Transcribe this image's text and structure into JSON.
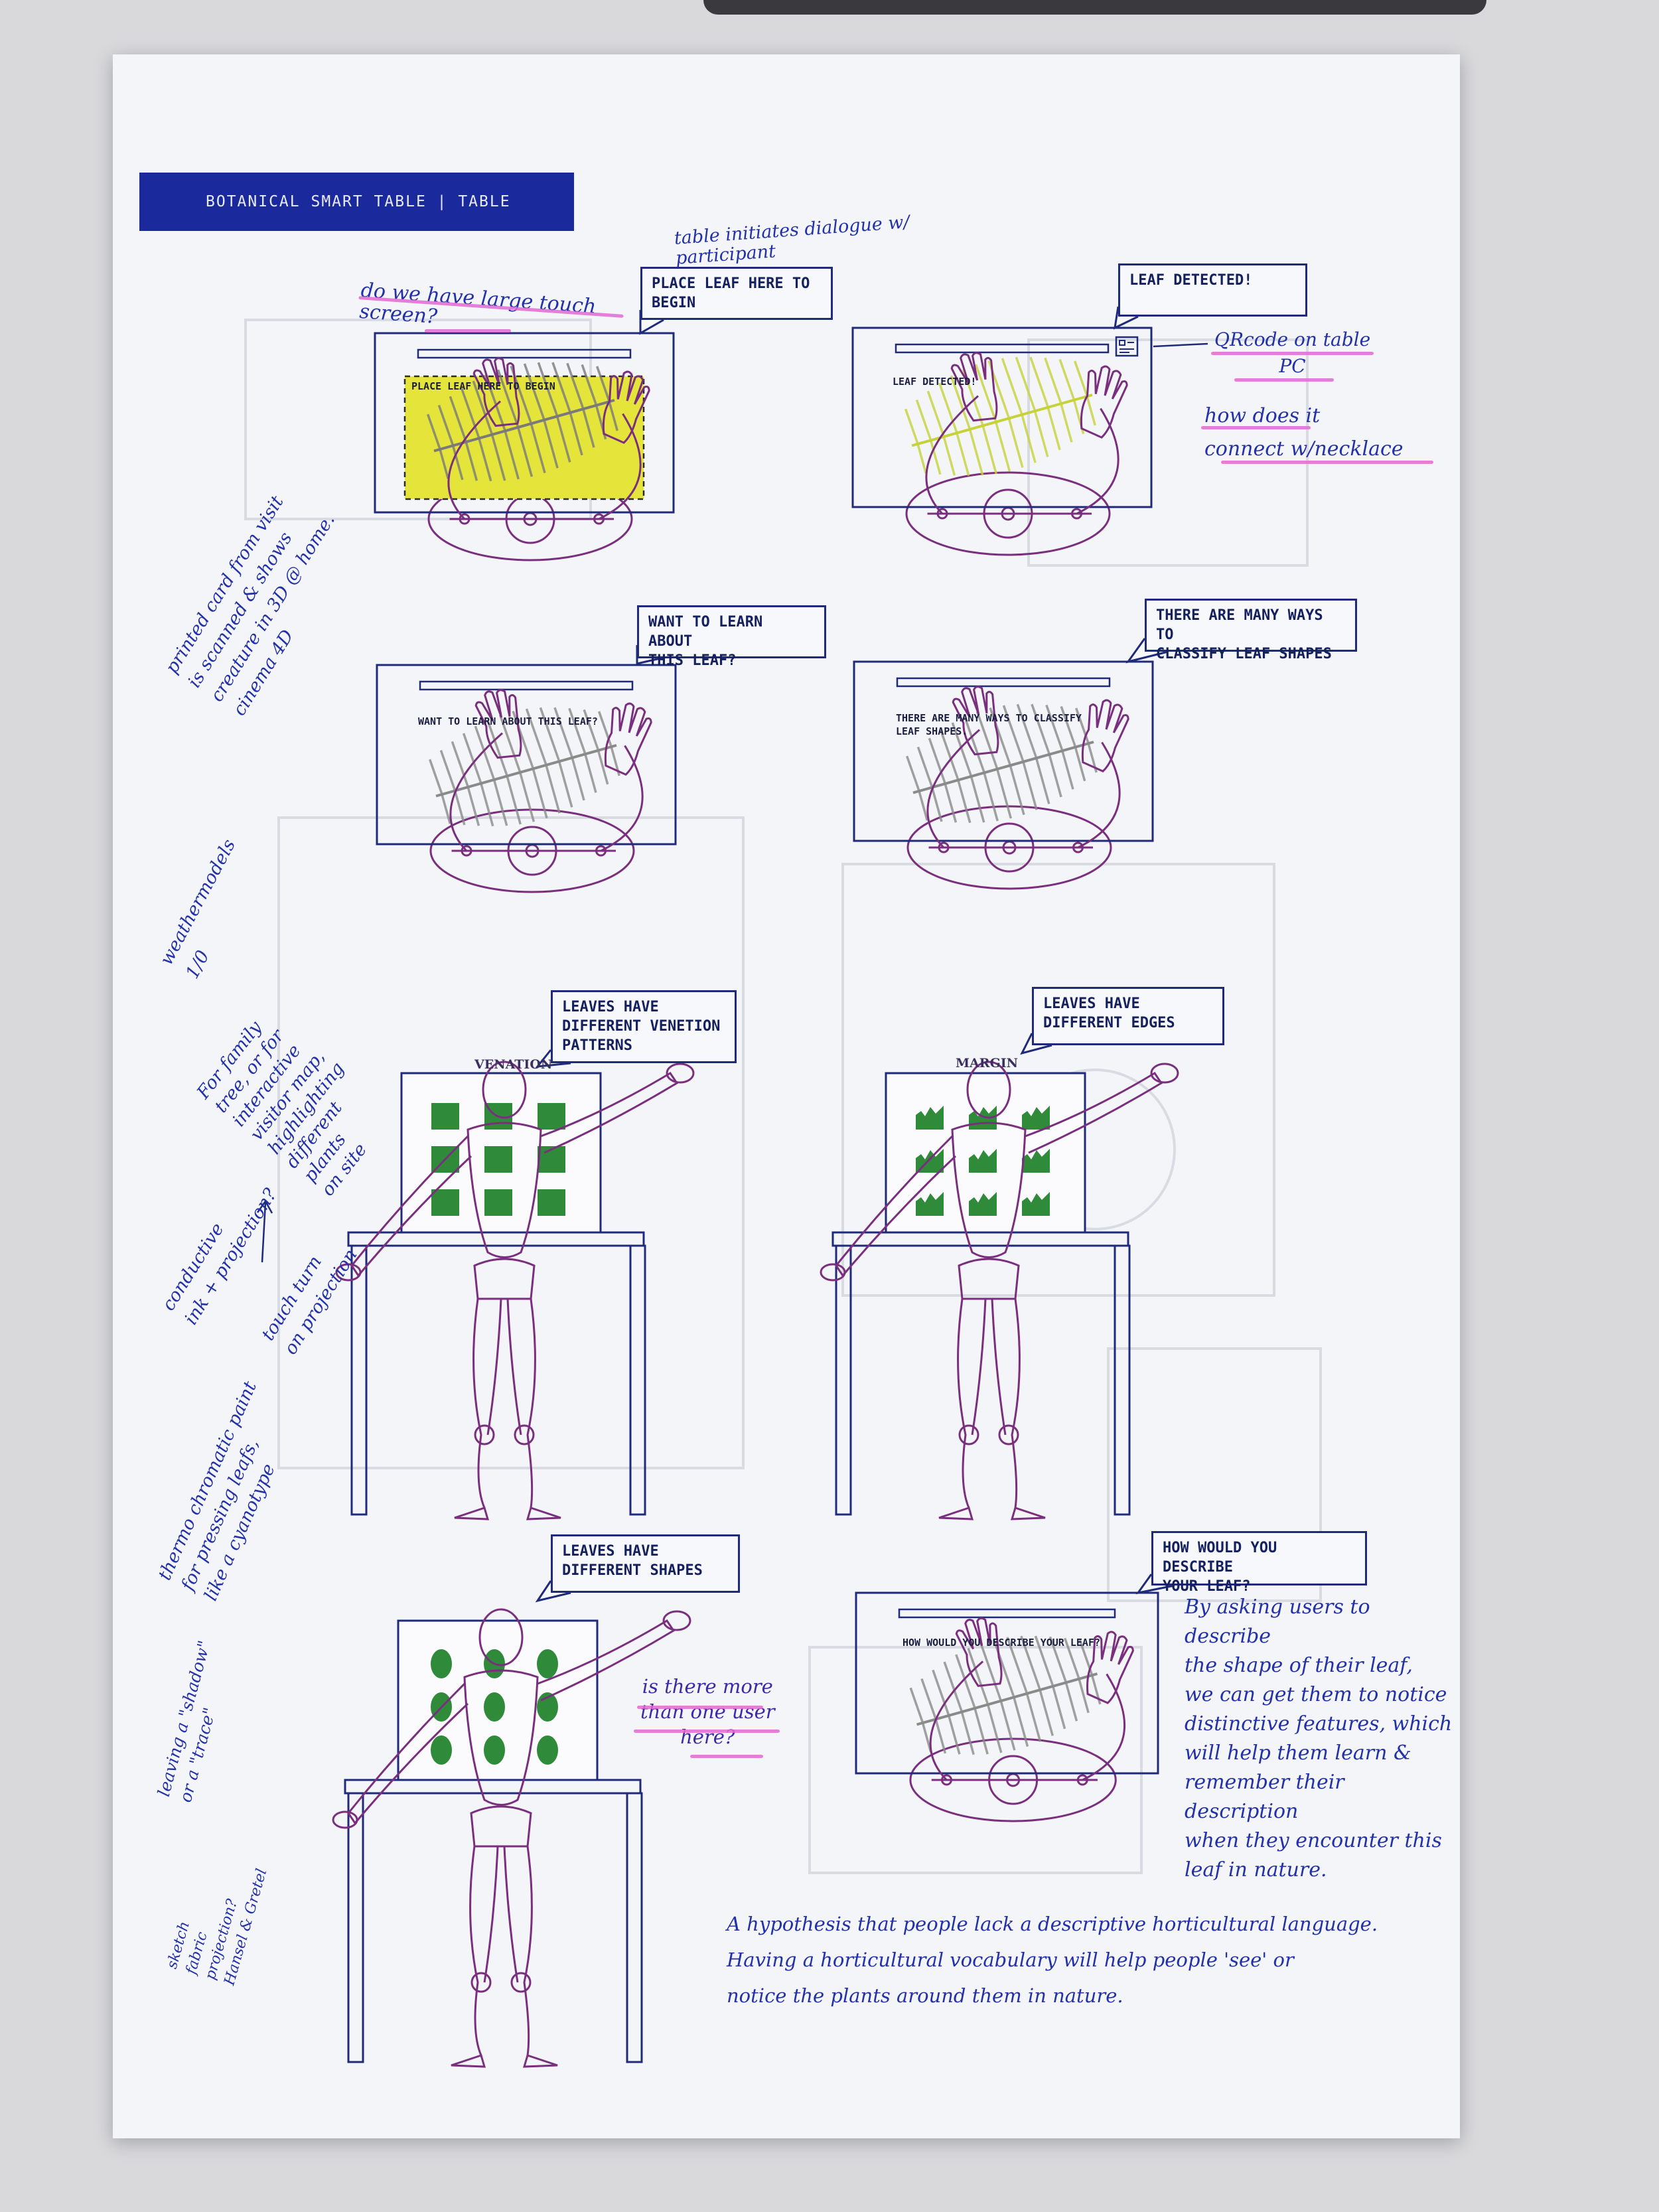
{
  "header": {
    "title": "BOTANICAL SMART TABLE | TABLE"
  },
  "panels": [
    {
      "id": "place-leaf",
      "bubble": "PLACE LEAF HERE TO\nBEGIN",
      "screen_text": "PLACE LEAF HERE TO BEGIN"
    },
    {
      "id": "leaf-detected",
      "bubble": "LEAF DETECTED!",
      "screen_text": "LEAF DETECTED!"
    },
    {
      "id": "learn-about",
      "bubble": "WANT TO LEARN ABOUT\nTHIS LEAF?",
      "screen_text": "WANT TO LEARN ABOUT THIS LEAF?"
    },
    {
      "id": "many-ways",
      "bubble": "THERE ARE MANY WAYS TO\nCLASSIFY LEAF SHAPES",
      "screen_text": "THERE ARE MANY WAYS TO CLASSIFY\nLEAF SHAPES."
    },
    {
      "id": "venation",
      "bubble": "LEAVES HAVE\nDIFFERENT VENETION\nPATTERNS",
      "screen_text": "VENATION"
    },
    {
      "id": "edges",
      "bubble": "LEAVES HAVE\nDIFFERENT EDGES",
      "screen_text": "MARGIN"
    },
    {
      "id": "shapes",
      "bubble": "LEAVES HAVE\nDIFFERENT SHAPES",
      "screen_text": ""
    },
    {
      "id": "describe",
      "bubble": "HOW WOULD YOU DESCRIBE\nYOUR LEAF?",
      "screen_text": "HOW WOULD YOU DESCRIBE YOUR LEAF?"
    }
  ],
  "notes": {
    "touch_screen": "do we have large touch\nscreen?",
    "table_dialogue": "table initiates dialogue w/\nparticipant",
    "qr_code": "QRcode on table\nPC",
    "necklace": "how does it\nconnect w/necklace",
    "printed_card": "printed card from visit\nis scanned & shows\ncreature in 3D @ home.\ncinema 4D",
    "weathermodels": "weathermodels\n1/0",
    "family_tree": "For family\ntree, or for\ninteractive\nvisitor map,\nhighlighting\ndifferent\nplants\non site",
    "conductive": "conductive\nink + projection?",
    "touch_turn": "touch turn\non projection",
    "thermo": "thermo chromatic paint\nfor pressing leafs,\nlike a cyanotype",
    "shadow": "leaving a \"shadow\"\nor a \"trace\"",
    "sketch": "sketch\nfabric\nprojection?\nHansel & Gretel",
    "more_users": "is there more\nthan one user\nhere?",
    "describe_rationale": "By asking users to describe\nthe shape of their leaf,\nwe can get them to notice\ndistinctive features, which\nwill help them learn &\nremember their description\nwhen they encounter this\nleaf in nature.",
    "hypothesis": "A hypothesis that people lack a descriptive horticultural language.\nHaving a horticultural vocabulary will help people 'see' or\nnotice the plants around them in nature."
  },
  "colors": {
    "ink_blue": "#2331a8",
    "highlight_pink": "#e06ad3",
    "header_blue": "#1a2a9c",
    "mannequin_purple": "#7a2f7e",
    "leaf_yellow": "#e5e43a",
    "chart_green": "#2f8a3a"
  }
}
